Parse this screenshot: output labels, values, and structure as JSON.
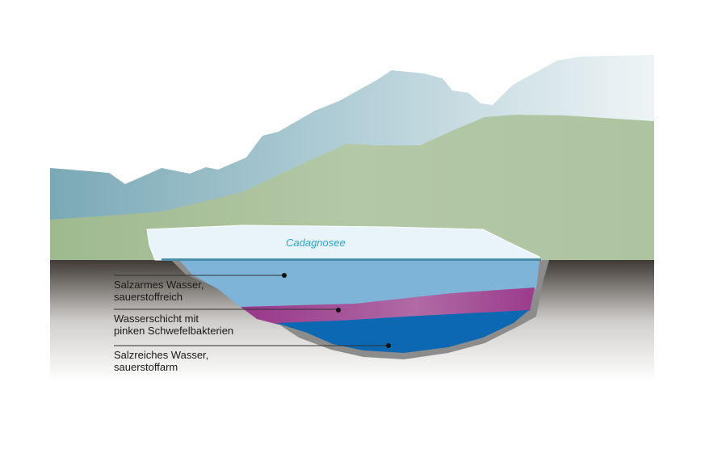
{
  "lake_name": "Cadagnosee",
  "layers": [
    {
      "line1": "Salzarmes Wasser,",
      "line2": "sauerstoffreich",
      "color": "#7db4d8"
    },
    {
      "line1": "Wasserschicht mit",
      "line2": "pinken Schwefelbakterien",
      "color": "#a03f8e"
    },
    {
      "line1": "Salzreiches Wasser,",
      "line2": "sauerstoffarm",
      "color": "#0c68b2"
    }
  ]
}
